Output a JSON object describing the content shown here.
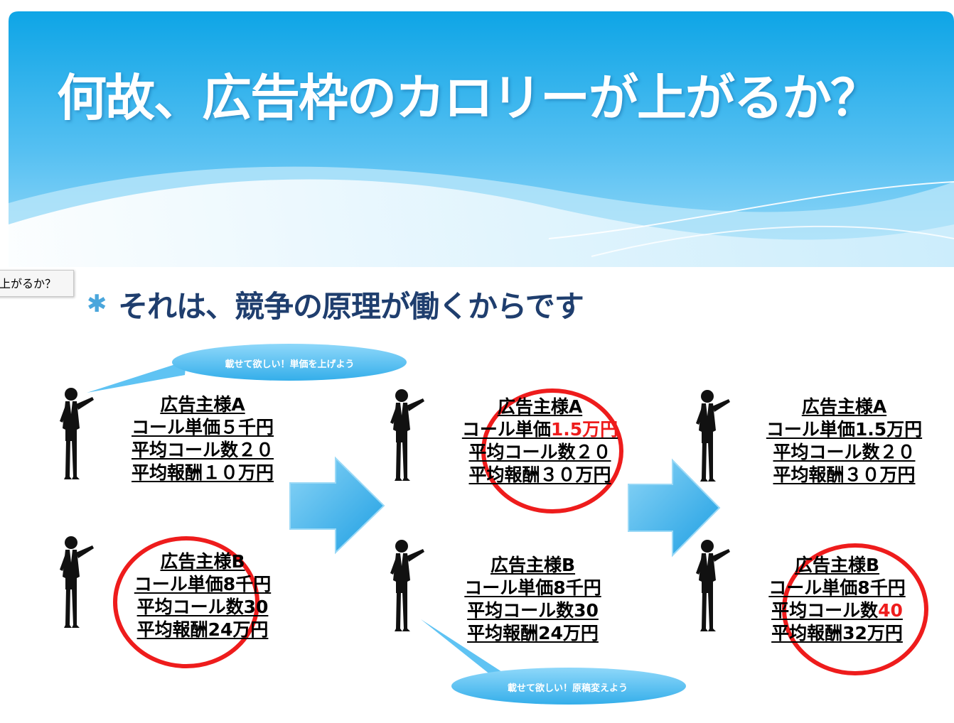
{
  "slide": {
    "title": "何故、広告枠のカロリーが上がるか？",
    "bullet_icon": "asterisk-bullet-icon",
    "bullet": "それは、競争の原理が働くからです"
  },
  "tooltip": {
    "text": "上がるか？"
  },
  "colors": {
    "title_text": "#ffffff",
    "banner_top": "#0ea5e6",
    "bullet_text": "#1f3e6e",
    "highlight_red": "#ee1c1c",
    "arrow_blue": "#2ba8e8",
    "circle_red": "#ee1c1c"
  },
  "bubbles": {
    "top": "載せて欲しい！単価を上げよう",
    "bottom": "載せて欲しい！原稿変えよう"
  },
  "stage1": {
    "a": {
      "name": "広告主様A",
      "unit": "コール単価５千円",
      "calls": "平均コール数２０",
      "reward": "平均報酬１０万円"
    },
    "b": {
      "name": "広告主様B",
      "unit": "コール単価8千円",
      "calls": "平均コール数30",
      "reward": "平均報酬24万円"
    }
  },
  "stage2": {
    "a": {
      "name": "広告主様A",
      "unit_prefix": "コール単価",
      "unit_value": "1.5万円",
      "calls": "平均コール数２０",
      "reward": "平均報酬３０万円"
    },
    "b": {
      "name": "広告主様B",
      "unit": "コール単価8千円",
      "calls": "平均コール数30",
      "reward": "平均報酬24万円"
    }
  },
  "stage3": {
    "a": {
      "name": "広告主様A",
      "unit": "コール単価1.5万円",
      "calls": "平均コール数２０",
      "reward": "平均報酬３０万円"
    },
    "b": {
      "name": "広告主様B",
      "unit": "コール単価8千円",
      "calls_prefix": "平均コール数",
      "calls_value": "40",
      "reward": "平均報酬32万円"
    }
  }
}
